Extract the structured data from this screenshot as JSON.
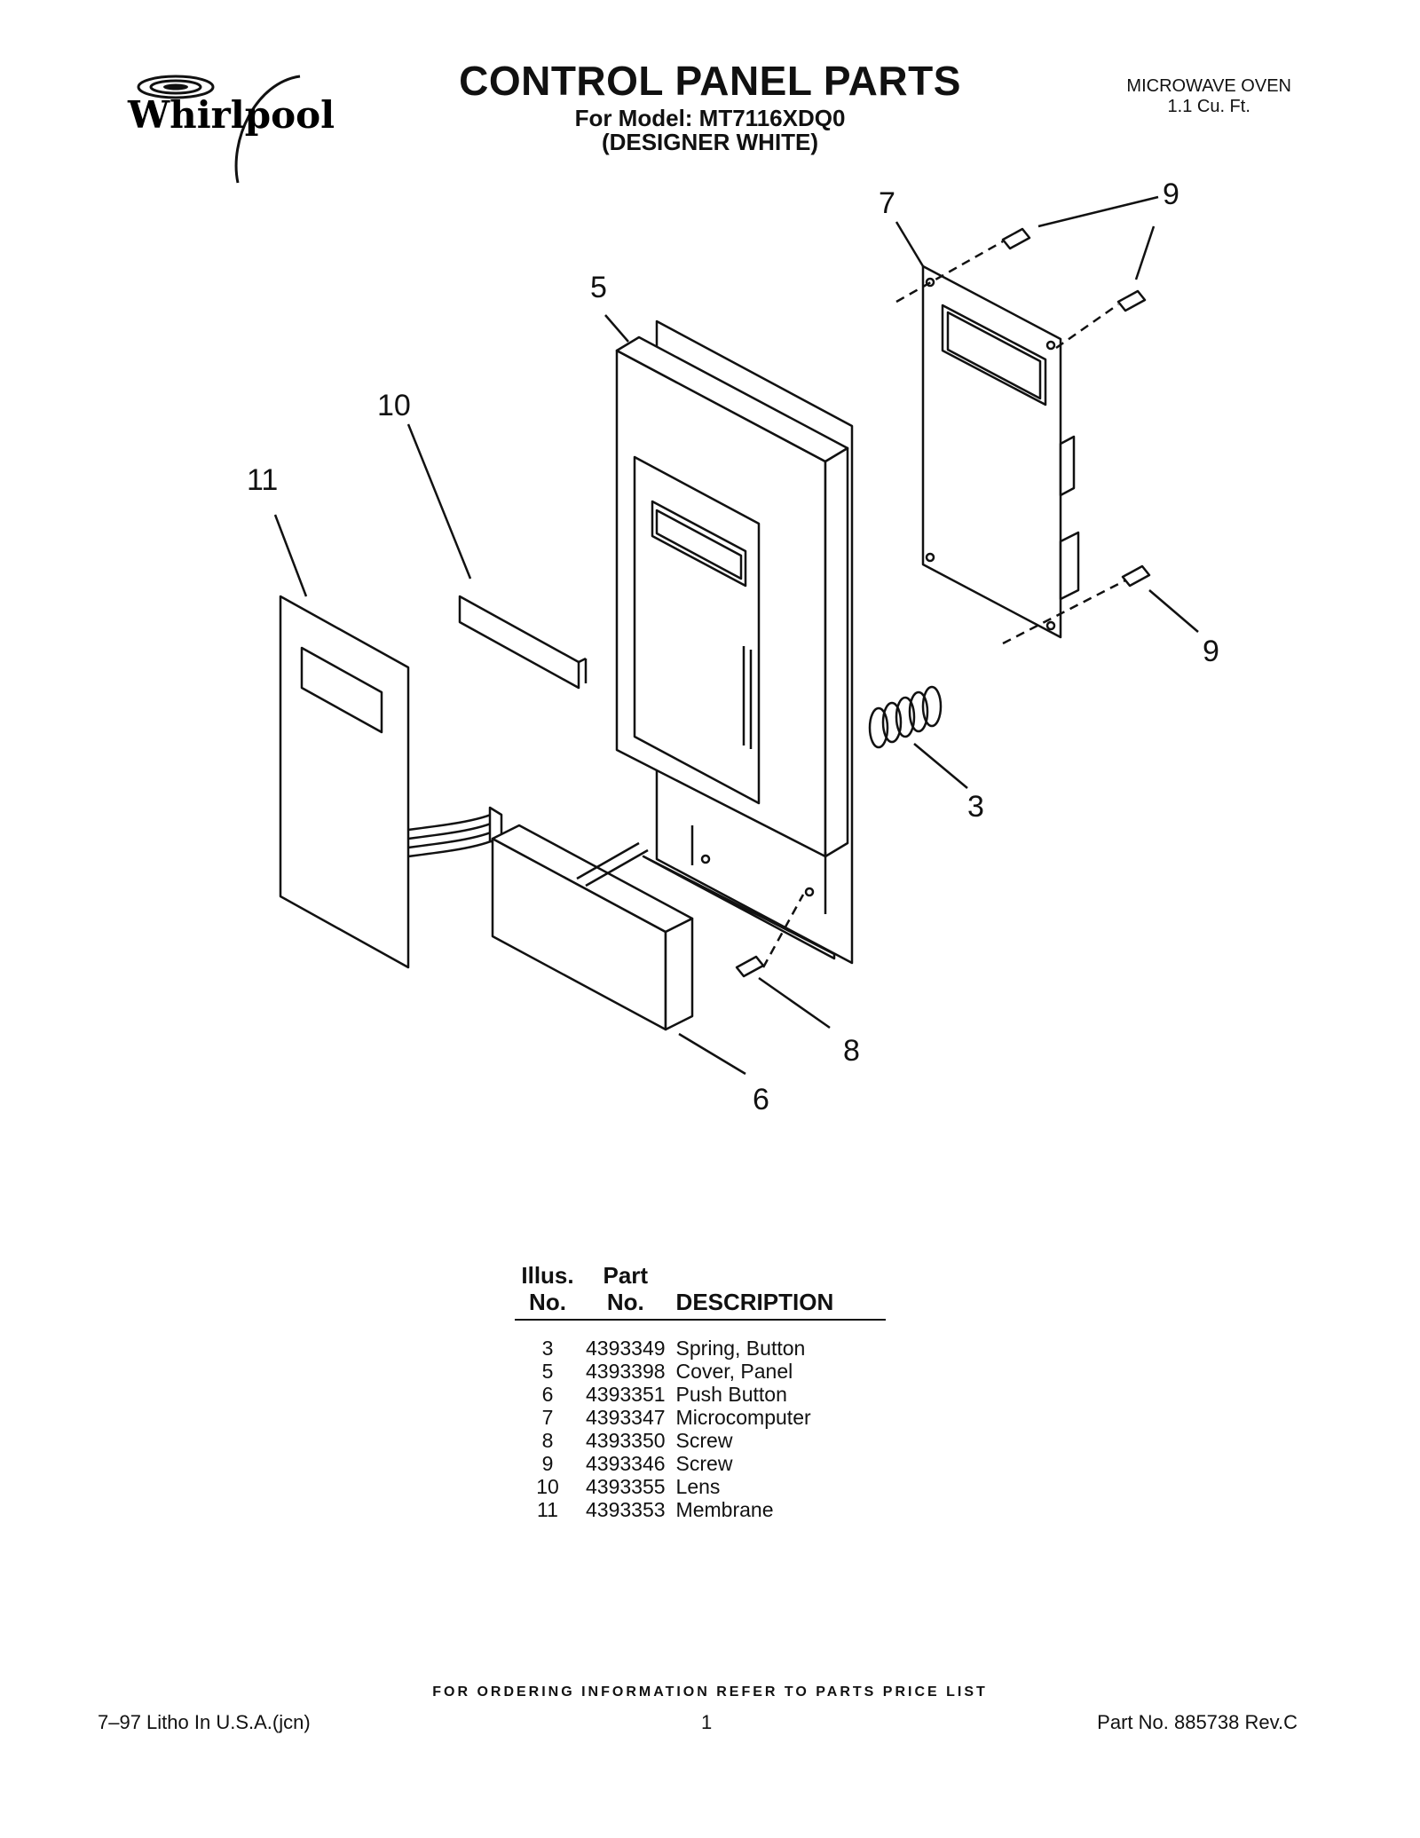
{
  "header": {
    "brand": "Whirlpool",
    "title": "CONTROL PANEL PARTS",
    "model_line": "For Model: MT7116XDQ0",
    "color_line": "(DESIGNER WHITE)",
    "product": "MICROWAVE OVEN",
    "capacity": "1.1 Cu. Ft."
  },
  "diagram": {
    "callouts": [
      "7",
      "9",
      "5",
      "10",
      "11",
      "9",
      "3",
      "8",
      "6"
    ]
  },
  "parts_table": {
    "headers": {
      "illus_1": "Illus.",
      "illus_2": "No.",
      "part_1": "Part",
      "part_2": "No.",
      "desc": "DESCRIPTION"
    },
    "rows": [
      {
        "illus": "3",
        "part": "4393349",
        "desc": "Spring, Button"
      },
      {
        "illus": "5",
        "part": "4393398",
        "desc": "Cover, Panel"
      },
      {
        "illus": "6",
        "part": "4393351",
        "desc": "Push Button"
      },
      {
        "illus": "7",
        "part": "4393347",
        "desc": "Microcomputer"
      },
      {
        "illus": "8",
        "part": "4393350",
        "desc": "Screw"
      },
      {
        "illus": "9",
        "part": "4393346",
        "desc": "Screw"
      },
      {
        "illus": "10",
        "part": "4393355",
        "desc": "Lens"
      },
      {
        "illus": "11",
        "part": "4393353",
        "desc": "Membrane"
      }
    ]
  },
  "footer": {
    "ordering": "FOR ORDERING INFORMATION REFER TO PARTS PRICE LIST",
    "litho": "7–97 Litho In U.S.A.(jcn)",
    "page": "1",
    "part_no": "Part No. 885738 Rev.C"
  }
}
